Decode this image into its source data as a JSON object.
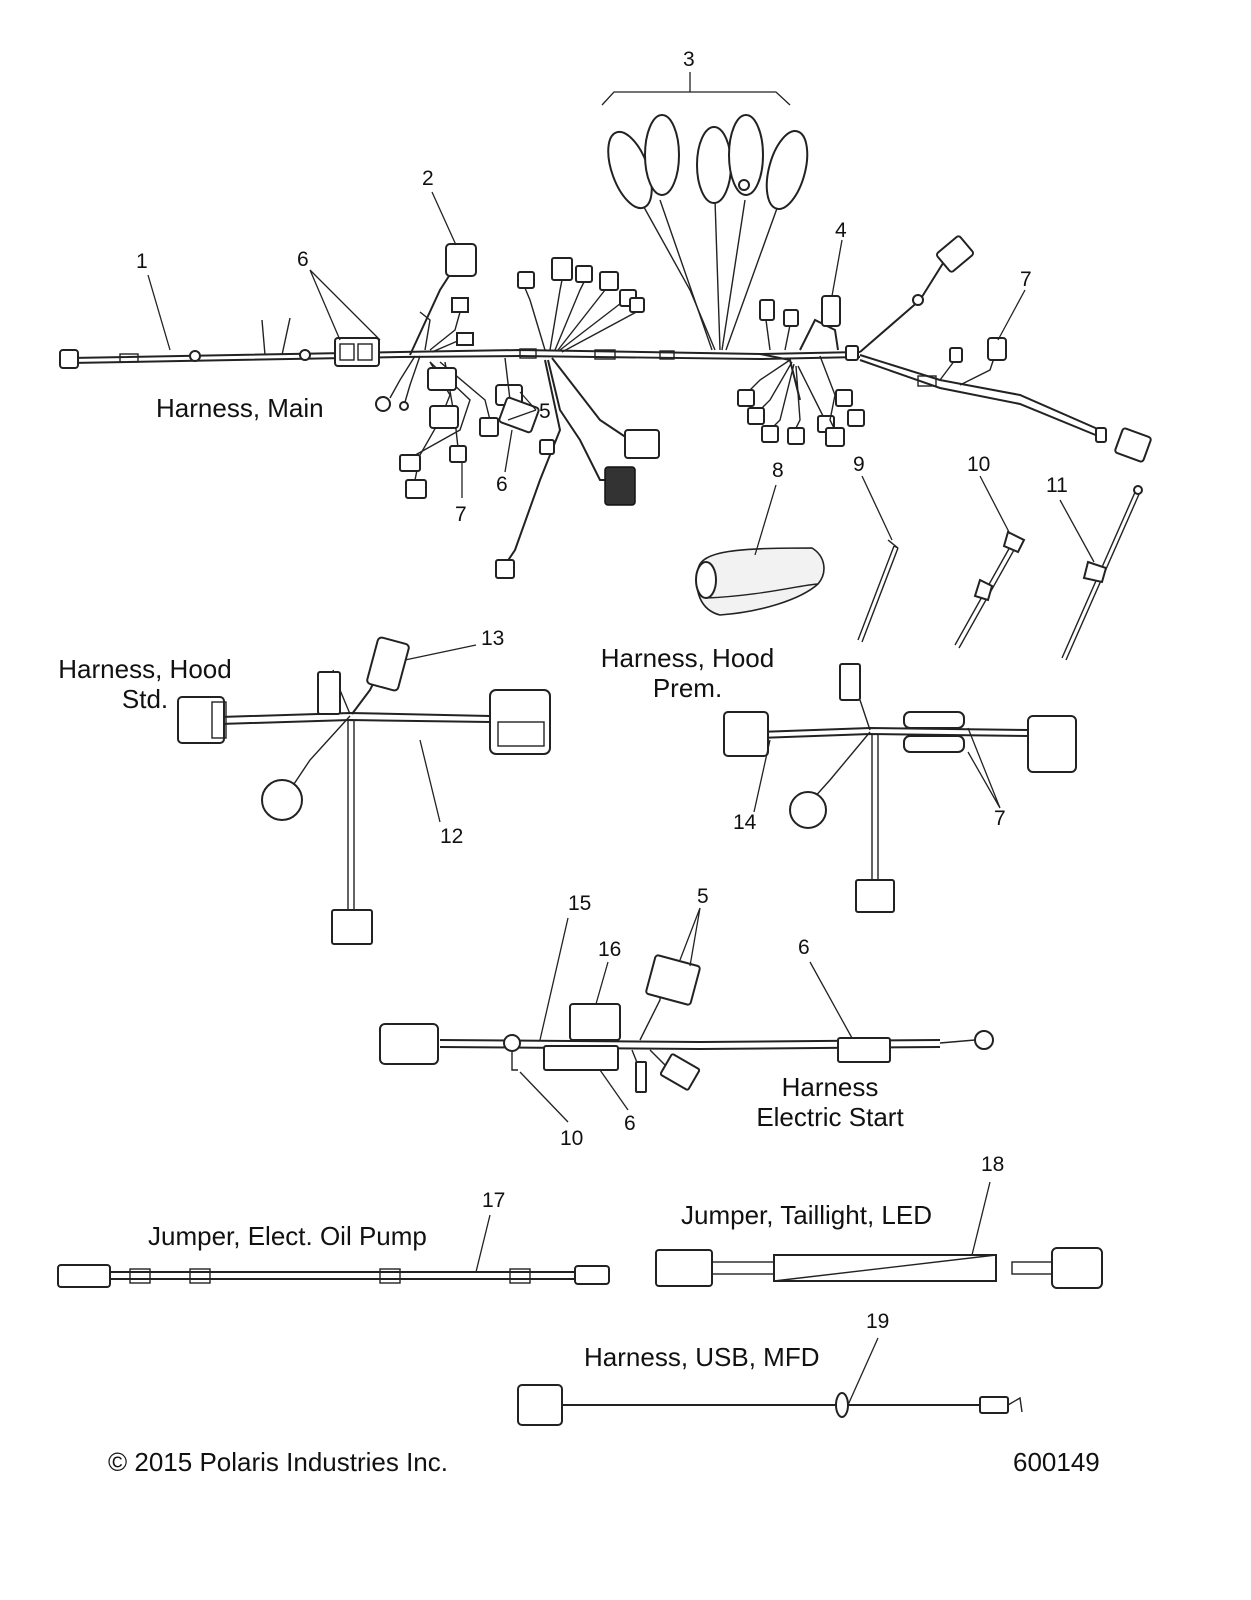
{
  "titles": {
    "harness_main": "Harness, Main",
    "harness_hood_std": [
      "Harness, Hood",
      "Std."
    ],
    "harness_hood_prem": [
      "Harness, Hood",
      "Prem."
    ],
    "harness_electric_start": [
      "Harness",
      "Electric Start"
    ],
    "jumper_oil_pump": "Jumper, Elect. Oil Pump",
    "jumper_taillight": "Jumper, Taillight, LED",
    "harness_usb": "Harness, USB, MFD"
  },
  "callouts": [
    "1",
    "2",
    "3",
    "4",
    "6",
    "7",
    "5",
    "6",
    "7",
    "8",
    "9",
    "10",
    "11",
    "13",
    "12",
    "14",
    "7",
    "15",
    "5",
    "16",
    "6",
    "6",
    "10",
    "17",
    "18",
    "19"
  ],
  "footer": {
    "copyright": "© 2015 Polaris Industries Inc.",
    "figure_number": "600149"
  }
}
